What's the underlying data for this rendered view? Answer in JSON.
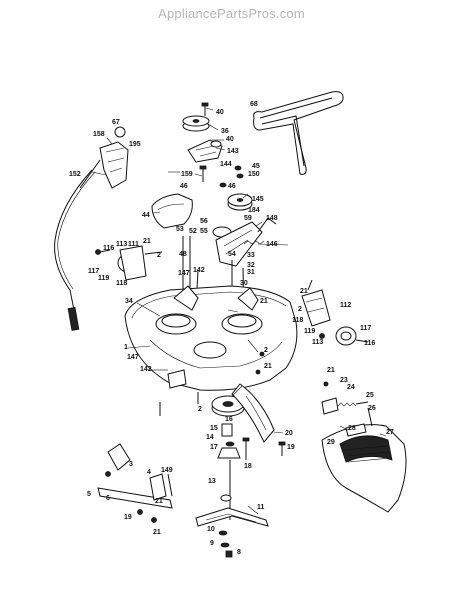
{
  "header": {
    "watermark": "AppliancePartsPros.com"
  },
  "callouts": [
    {
      "id": "c68",
      "text": "68"
    },
    {
      "id": "c40a",
      "text": "40"
    },
    {
      "id": "c36",
      "text": "36"
    },
    {
      "id": "c40b",
      "text": "40"
    },
    {
      "id": "c143",
      "text": "143"
    },
    {
      "id": "c67",
      "text": "67"
    },
    {
      "id": "c158",
      "text": "158"
    },
    {
      "id": "c195",
      "text": "195"
    },
    {
      "id": "c152",
      "text": "152"
    },
    {
      "id": "c144",
      "text": "144"
    },
    {
      "id": "c45",
      "text": "45"
    },
    {
      "id": "c159",
      "text": "159"
    },
    {
      "id": "c150",
      "text": "150"
    },
    {
      "id": "c46a",
      "text": "46"
    },
    {
      "id": "c46b",
      "text": "46"
    },
    {
      "id": "c145",
      "text": "145"
    },
    {
      "id": "c184",
      "text": "184"
    },
    {
      "id": "c44",
      "text": "44"
    },
    {
      "id": "c59",
      "text": "59"
    },
    {
      "id": "c148",
      "text": "148"
    },
    {
      "id": "c56",
      "text": "56"
    },
    {
      "id": "c55",
      "text": "55"
    },
    {
      "id": "c53",
      "text": "53"
    },
    {
      "id": "c52",
      "text": "52"
    },
    {
      "id": "c146",
      "text": "146"
    },
    {
      "id": "c113a",
      "text": "113"
    },
    {
      "id": "c111",
      "text": "111"
    },
    {
      "id": "c21a",
      "text": "21"
    },
    {
      "id": "c116a",
      "text": "116"
    },
    {
      "id": "c2a",
      "text": "2"
    },
    {
      "id": "c48",
      "text": "48"
    },
    {
      "id": "c54",
      "text": "54"
    },
    {
      "id": "c33",
      "text": "33"
    },
    {
      "id": "c117a",
      "text": "117"
    },
    {
      "id": "c119a",
      "text": "119"
    },
    {
      "id": "c147a",
      "text": "147"
    },
    {
      "id": "c142a",
      "text": "142"
    },
    {
      "id": "c32",
      "text": "32"
    },
    {
      "id": "c31",
      "text": "31"
    },
    {
      "id": "c118a",
      "text": "118"
    },
    {
      "id": "c30",
      "text": "30"
    },
    {
      "id": "c21b",
      "text": "21"
    },
    {
      "id": "c112",
      "text": "112"
    },
    {
      "id": "c2b",
      "text": "2"
    },
    {
      "id": "c118b",
      "text": "118"
    },
    {
      "id": "c34",
      "text": "34"
    },
    {
      "id": "c21c",
      "text": "21"
    },
    {
      "id": "c119b",
      "text": "119"
    },
    {
      "id": "c117b",
      "text": "117"
    },
    {
      "id": "c113b",
      "text": "113"
    },
    {
      "id": "c116b",
      "text": "116"
    },
    {
      "id": "c1",
      "text": "1"
    },
    {
      "id": "c147b",
      "text": "147"
    },
    {
      "id": "c2c",
      "text": "2"
    },
    {
      "id": "c21d",
      "text": "21"
    },
    {
      "id": "c142b",
      "text": "142"
    },
    {
      "id": "c21e",
      "text": "21"
    },
    {
      "id": "c23",
      "text": "23"
    },
    {
      "id": "c24",
      "text": "24"
    },
    {
      "id": "c25",
      "text": "25"
    },
    {
      "id": "c26",
      "text": "26"
    },
    {
      "id": "c2d",
      "text": "2"
    },
    {
      "id": "c15",
      "text": "15"
    },
    {
      "id": "c16",
      "text": "16"
    },
    {
      "id": "c14",
      "text": "14"
    },
    {
      "id": "c20",
      "text": "20"
    },
    {
      "id": "c28",
      "text": "28"
    },
    {
      "id": "c27",
      "text": "27"
    },
    {
      "id": "c29",
      "text": "29"
    },
    {
      "id": "c17",
      "text": "17"
    },
    {
      "id": "c19a",
      "text": "19"
    },
    {
      "id": "c18",
      "text": "18"
    },
    {
      "id": "c3",
      "text": "3"
    },
    {
      "id": "c4",
      "text": "4"
    },
    {
      "id": "c149",
      "text": "149"
    },
    {
      "id": "c5",
      "text": "5"
    },
    {
      "id": "c6",
      "text": "6"
    },
    {
      "id": "c13",
      "text": "13"
    },
    {
      "id": "c21f",
      "text": "21"
    },
    {
      "id": "c11",
      "text": "11"
    },
    {
      "id": "c19b",
      "text": "19"
    },
    {
      "id": "c21g",
      "text": "21"
    },
    {
      "id": "c10",
      "text": "10"
    },
    {
      "id": "c9",
      "text": "9"
    },
    {
      "id": "c8",
      "text": "8"
    }
  ]
}
